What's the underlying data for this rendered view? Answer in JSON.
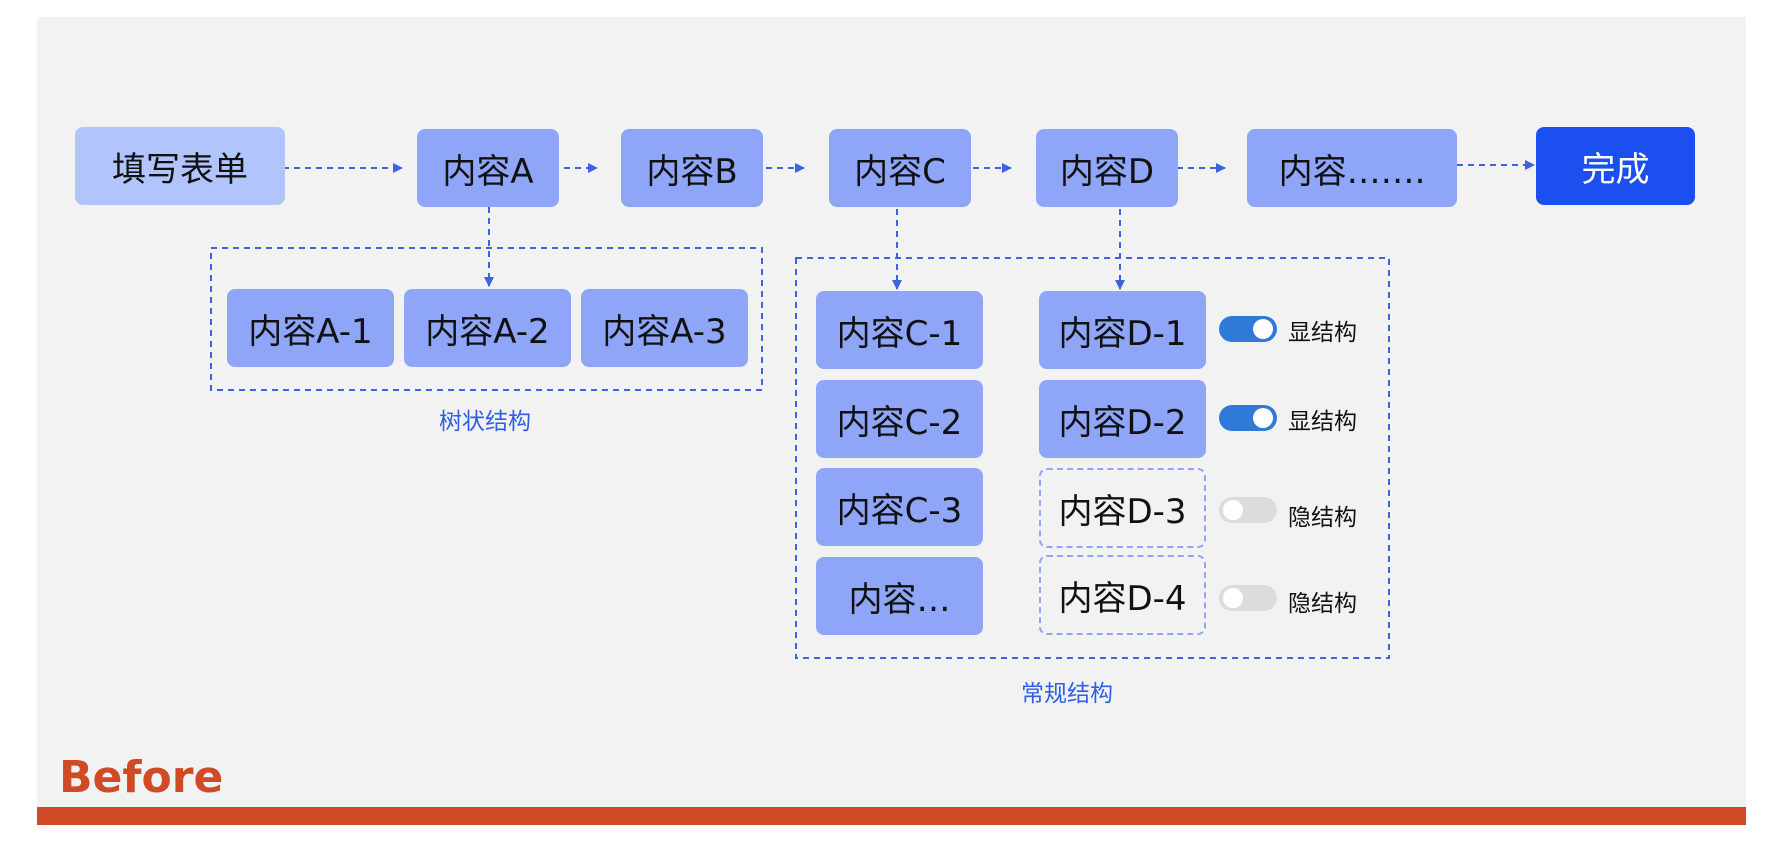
{
  "flow": {
    "start": "填写表单",
    "content_a": "内容A",
    "content_b": "内容B",
    "content_c": "内容C",
    "content_d": "内容D",
    "content_more": "内容…….",
    "done": "完成"
  },
  "tree_group": {
    "label": "树状结构",
    "items": [
      "内容A-1",
      "内容A-2",
      "内容A-3"
    ]
  },
  "regular_group": {
    "label": "常规结构",
    "c_items": [
      "内容C-1",
      "内容C-2",
      "内容C-3",
      "内容…"
    ],
    "d_items": [
      {
        "label": "内容D-1",
        "toggle_on": true,
        "toggle_label": "显结构"
      },
      {
        "label": "内容D-2",
        "toggle_on": true,
        "toggle_label": "显结构"
      },
      {
        "label": "内容D-3",
        "toggle_on": false,
        "toggle_label": "隐结构"
      },
      {
        "label": "内容D-4",
        "toggle_on": false,
        "toggle_label": "隐结构"
      }
    ]
  },
  "footer": {
    "label": "Before"
  },
  "colors": {
    "node": "#8ea5f8",
    "start_node": "#b1c4fb",
    "done_node": "#1c4ff0",
    "connector": "#3d63e0",
    "group_label": "#2f5ee8",
    "toggle_on": "#2f7ad8",
    "toggle_off": "#dcdcdc",
    "accent": "#d14a26",
    "background": "#f2f2f2"
  }
}
